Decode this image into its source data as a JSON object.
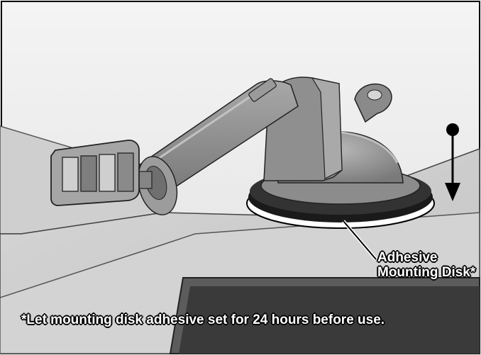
{
  "callout": {
    "line1": "Adhesive",
    "line2": "Mounting Disk*"
  },
  "note": "*Let mounting disk adhesive set for 24 hours before use.",
  "colors": {
    "background_light": "#e6e6e6",
    "dash_mid": "#cfcfcf",
    "screen_dark": "#3a3a3a",
    "mount_gray": "#9a9a9a",
    "disk_black": "#1a1a1a"
  },
  "icons": {
    "arrow": "down-arrow-icon"
  }
}
